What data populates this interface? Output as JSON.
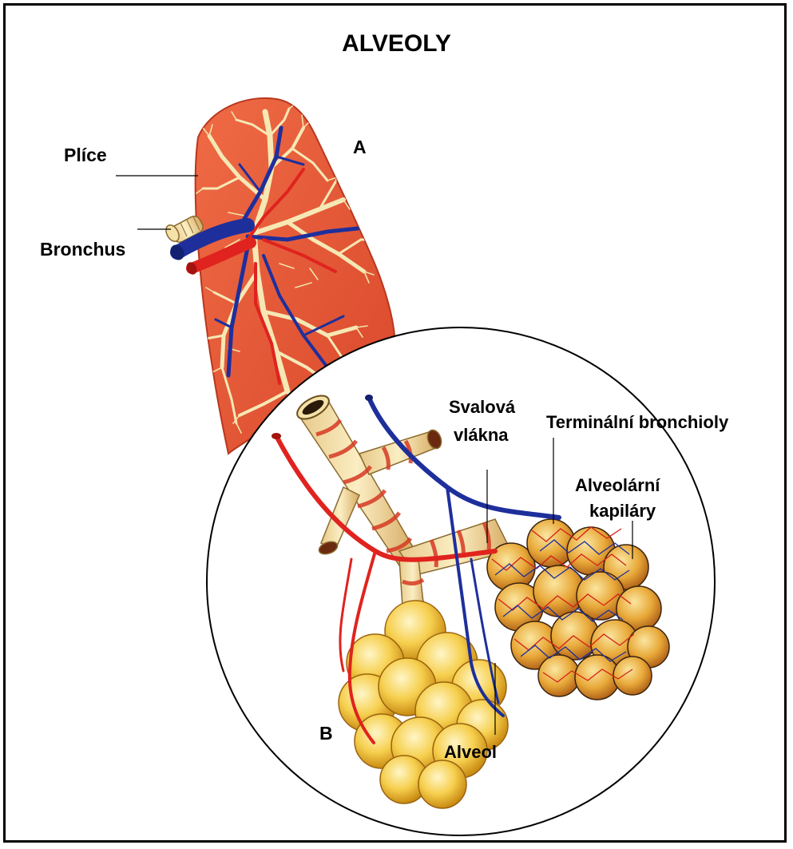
{
  "title": "ALVEOLY",
  "labels": {
    "A": "A",
    "B": "B",
    "plice": "Plíce",
    "bronchus": "Bronchus",
    "svalova_1": "Svalová",
    "svalova_2": "vlákna",
    "terminalni": "Terminální bronchioly",
    "alveolarni_1": "Alveolární",
    "alveolarni_2": "kapiláry",
    "alveol": "Alveol"
  },
  "colors": {
    "lung": "#e65a34",
    "lung_edge": "#c9432a",
    "bronchus_tree": "#f6e8b4",
    "vein": "#1e2f9c",
    "artery": "#e0231e",
    "alveoli": "#f2c23c",
    "alveoli_light": "#fbe08c"
  }
}
